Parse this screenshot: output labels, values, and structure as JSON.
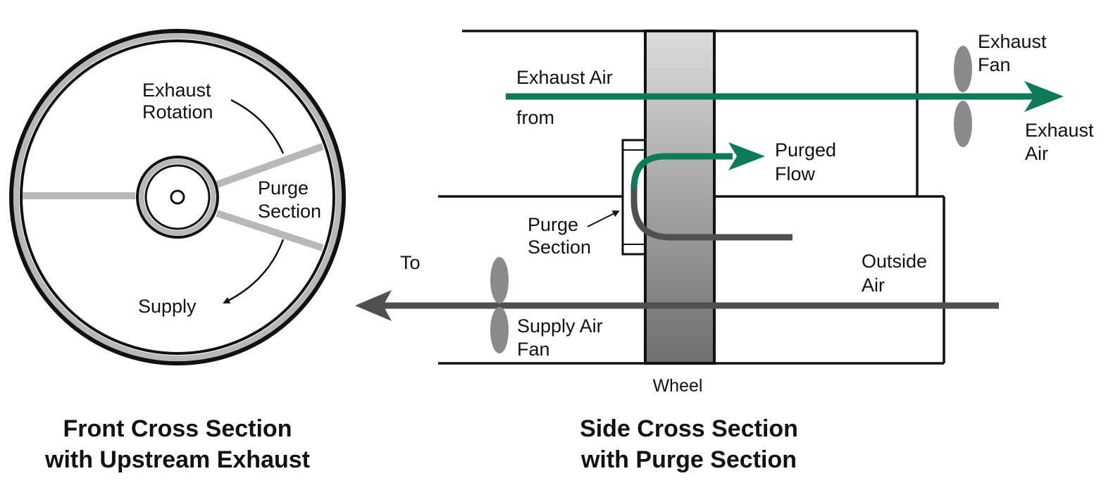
{
  "front": {
    "caption_line1": "Front Cross Section",
    "caption_line2": "with Upstream Exhaust",
    "rotation_line1": "Exhaust",
    "rotation_line2": "Rotation",
    "purge_line1": "Purge",
    "purge_line2": "Section",
    "supply": "Supply"
  },
  "side": {
    "caption_line1": "Side Cross Section",
    "caption_line2": "with Purge Section",
    "exhaust_air_in": "Exhaust Air",
    "from": "from",
    "exhaust_fan_line1": "Exhaust",
    "exhaust_fan_line2": "Fan",
    "exhaust_air_out_line1": "Exhaust",
    "exhaust_air_out_line2": "Air",
    "purged_flow_line1": "Purged",
    "purged_flow_line2": "Flow",
    "purge_section_line1": "Purge",
    "purge_section_line2": "Section",
    "to": "To",
    "outside_air_line1": "Outside",
    "outside_air_line2": "Air",
    "supply_fan_line1": "Supply Air",
    "supply_fan_line2": "Fan",
    "wheel": "Wheel"
  },
  "colors": {
    "exhaust_stream": "#0e7a5a",
    "supply_stream": "#505050",
    "wheel_light": "#dcdcdc",
    "wheel_dark": "#6e6e6e",
    "fan": "#8a8a8a",
    "spoke": "#b8b8b8"
  }
}
